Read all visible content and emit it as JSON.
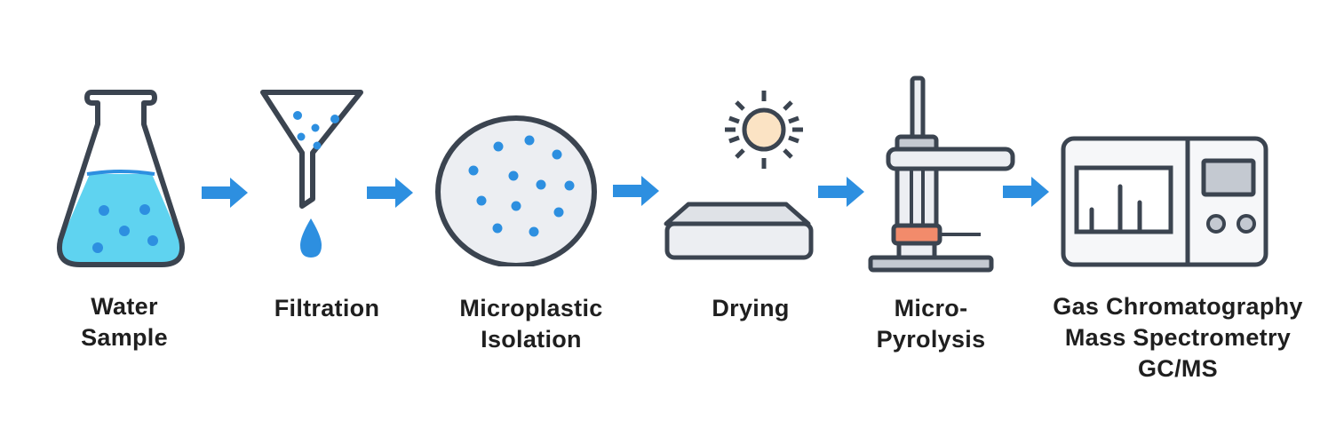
{
  "diagram": {
    "type": "process-flow",
    "colors": {
      "outline": "#3b4450",
      "accent_blue": "#2d8fe0",
      "liquid": "#5fd3f0",
      "light_gray": "#eceef2",
      "mid_gray": "#c4c9d1",
      "sun_fill": "#fbe3c4",
      "heater": "#f28b6b"
    },
    "steps": [
      {
        "id": "water-sample",
        "icon": "flask-icon",
        "label": "Water\nSample"
      },
      {
        "id": "filtration",
        "icon": "funnel-icon",
        "label": "Filtration"
      },
      {
        "id": "microplastic-isolation",
        "icon": "petri-dish-icon",
        "label": "Microplastic\nIsolation"
      },
      {
        "id": "drying",
        "icon": "sun-tray-icon",
        "label": "Drying"
      },
      {
        "id": "micro-pyrolysis",
        "icon": "pyrolyzer-icon",
        "label": "Micro-\nPyrolysis"
      },
      {
        "id": "gcms",
        "icon": "gc-ms-instrument-icon",
        "label": "Gas Chromatography\nMass Spectrometry\nGC/MS"
      }
    ],
    "arrows": [
      {
        "from": "water-sample",
        "to": "filtration",
        "icon": "arrow-right-icon"
      },
      {
        "from": "filtration",
        "to": "microplastic-isolation",
        "icon": "arrow-right-icon"
      },
      {
        "from": "microplastic-isolation",
        "to": "drying",
        "icon": "arrow-right-icon"
      },
      {
        "from": "drying",
        "to": "micro-pyrolysis",
        "icon": "arrow-right-icon"
      },
      {
        "from": "micro-pyrolysis",
        "to": "gcms",
        "icon": "arrow-right-icon"
      }
    ]
  }
}
